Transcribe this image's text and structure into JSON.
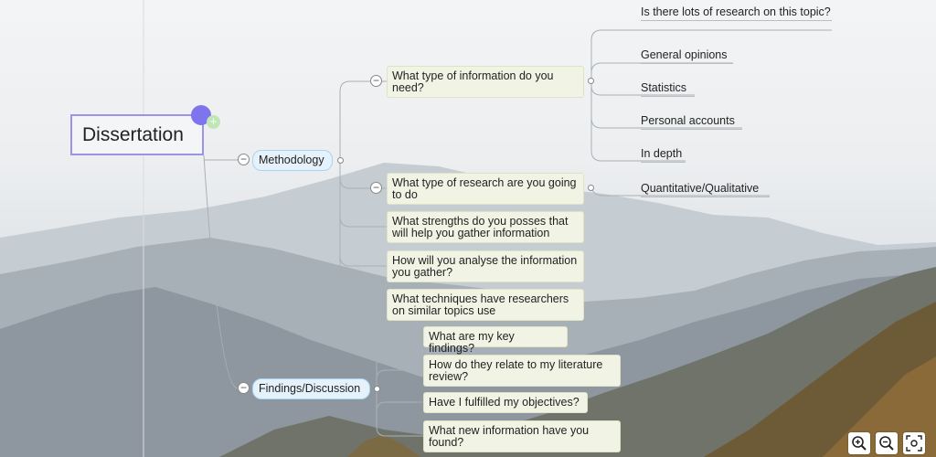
{
  "root": {
    "label": "Dissertation"
  },
  "methodology": {
    "label": "Methodology",
    "questions": [
      "What type of information do you need?",
      "What type of research are you going to do",
      "What strengths do you posses that will help you gather information",
      "How will you analyse the information you gather?",
      "What techniques have researchers on similar topics use"
    ],
    "info_children": [
      "Is there lots of research on this topic?",
      "General opinions",
      "Statistics",
      "Personal accounts",
      "In depth"
    ],
    "research_children": [
      "Quantitative/Qualitative"
    ]
  },
  "findings": {
    "label": "Findings/Discussion",
    "questions": [
      "What are my key findings?",
      "How do they relate to my literature review?",
      "Have I fulfilled my objectives?",
      "What new information have you found?"
    ]
  },
  "controls": {
    "zoom_in": "zoom-in-icon",
    "zoom_out": "zoom-out-icon",
    "fit": "fit-screen-icon"
  },
  "colors": {
    "root_border": "#9b93e8",
    "handle": "#7e75ee",
    "topic_fill": "#e6f2fb",
    "question_fill": "#f1f4e4"
  }
}
